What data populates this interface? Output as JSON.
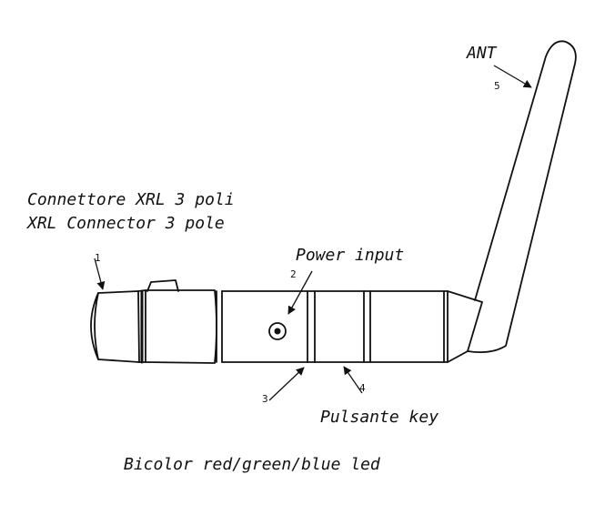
{
  "labels": {
    "connector_it": "Connettore XRL 3 poli",
    "connector_en": "XRL Connector 3 pole",
    "power": "Power input",
    "button": "Pulsante key",
    "led": "Bicolor red/green/blue led",
    "antenna": "ANT"
  },
  "callouts": {
    "n1": "1",
    "n2": "2",
    "n3": "3",
    "n4": "4",
    "n5": "5"
  }
}
